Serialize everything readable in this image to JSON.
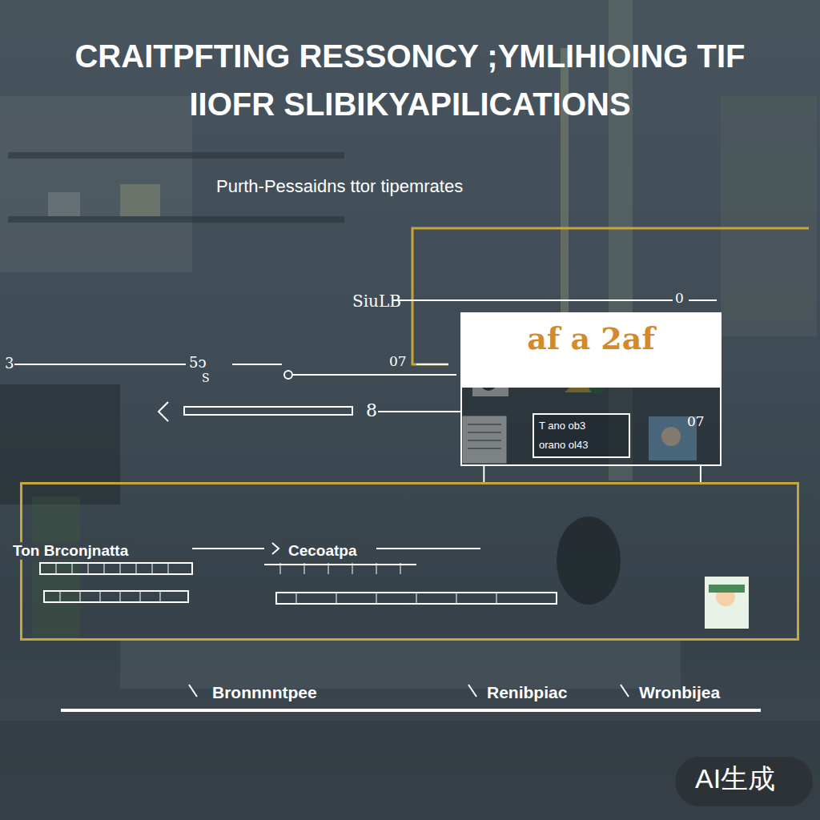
{
  "diagram": {
    "title": "CRAITPFTING RESSONCY ;YMLIHIOING TIF IIOFR SLIBIKYAPILICATIONS",
    "nodes": [
      {
        "text": [
          "af a 2af"
        ]
      },
      {
        "text": [
          "T ano ob3",
          "orano ol43"
        ],
        "in": 0
      },
      {
        "text": [
          "Ton Brconjnatta",
          "Cecoatpa"
        ]
      }
    ],
    "edges": [
      {
        "from": 0,
        "to": 2,
        "arrow": "none"
      },
      {
        "from": 0,
        "to": 2,
        "arrow": "none"
      }
    ],
    "labels": [
      "Purth-Pessaidns ttor tipemrates",
      "SiuLB",
      "3",
      "5ↄ",
      "S",
      "07",
      "0",
      "8",
      "07",
      "Bronnnntpee",
      "Renibpiac",
      "Wronbijea",
      "AI生成"
    ]
  }
}
